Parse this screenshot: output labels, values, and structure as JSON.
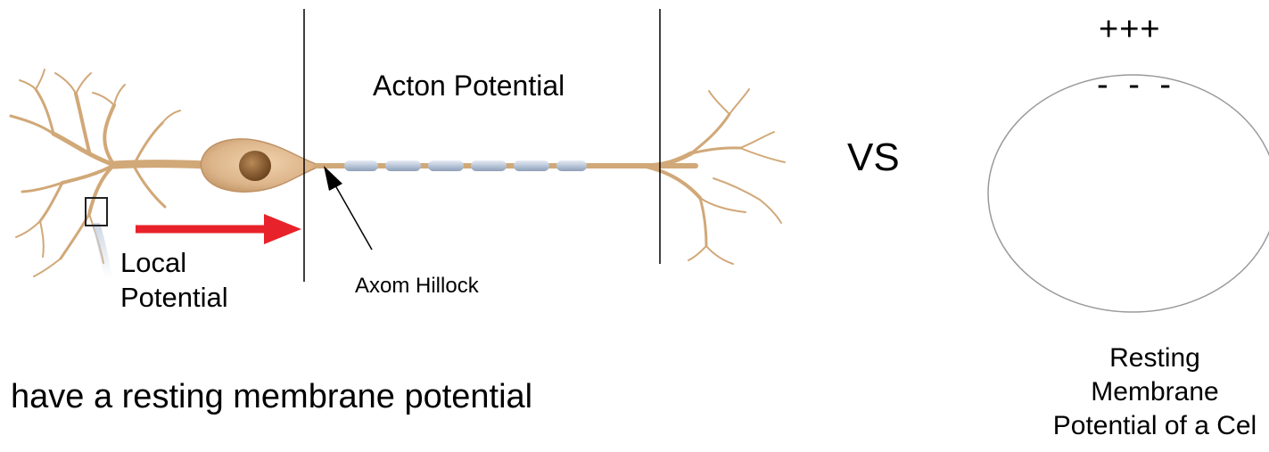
{
  "diagram": {
    "labels": {
      "acton_potential": "Acton Potential",
      "local_potential_line1": "Local",
      "local_potential_line2": "Potential",
      "axom_hillock": "Axom Hillock",
      "vs": "VS",
      "charge_outside": "+++",
      "charge_inside": "- - -",
      "caption": "have a resting membrane potential",
      "resting_line1": "Resting",
      "resting_line2": "Membrane",
      "resting_line3": "Potential of a Cel"
    },
    "colors": {
      "neuron_fill": "#dcb48a",
      "neuron_stroke": "#b88d5f",
      "myelin": "#b9c6d8",
      "local_arrow": "#e8222a",
      "nucleus": "#8a5a2e",
      "divider": "#000000",
      "circle_stroke": "#999999"
    }
  }
}
